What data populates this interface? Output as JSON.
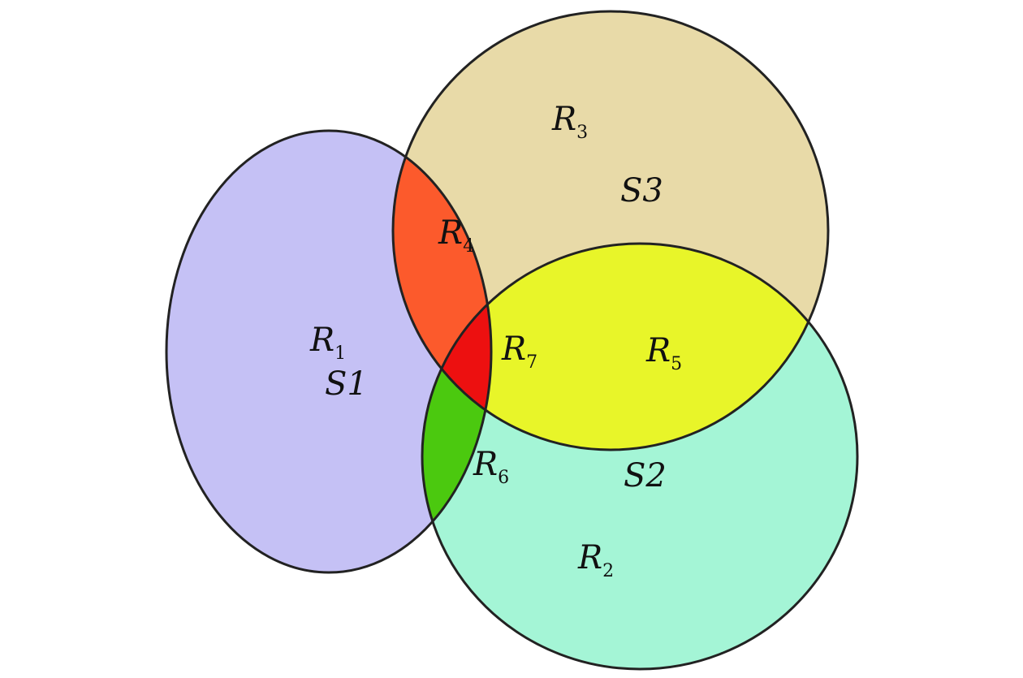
{
  "diagram": {
    "type": "venn-3",
    "sets": [
      {
        "id": "S1",
        "label": "S1",
        "color": "#c5c1f5"
      },
      {
        "id": "S2",
        "label": "S2",
        "color": "#a4f5d6"
      },
      {
        "id": "S3",
        "label": "S3",
        "color": "#e8daa8"
      }
    ],
    "regions": [
      {
        "id": "R1",
        "letter": "R",
        "sub": "1",
        "sets": [
          "S1"
        ],
        "color": "#c5c1f5"
      },
      {
        "id": "R2",
        "letter": "R",
        "sub": "2",
        "sets": [
          "S2"
        ],
        "color": "#a4f5d6"
      },
      {
        "id": "R3",
        "letter": "R",
        "sub": "3",
        "sets": [
          "S3"
        ],
        "color": "#e8daa8"
      },
      {
        "id": "R4",
        "letter": "R",
        "sub": "4",
        "sets": [
          "S1",
          "S3"
        ],
        "color": "#fc5a2c"
      },
      {
        "id": "R5",
        "letter": "R",
        "sub": "5",
        "sets": [
          "S2",
          "S3"
        ],
        "color": "#e8f529"
      },
      {
        "id": "R6",
        "letter": "R",
        "sub": "6",
        "sets": [
          "S1",
          "S2"
        ],
        "color": "#4bc90f"
      },
      {
        "id": "R7",
        "letter": "R",
        "sub": "7",
        "sets": [
          "S1",
          "S2",
          "S3"
        ],
        "color": "#ed1010"
      }
    ],
    "outline_color": "#222222"
  }
}
